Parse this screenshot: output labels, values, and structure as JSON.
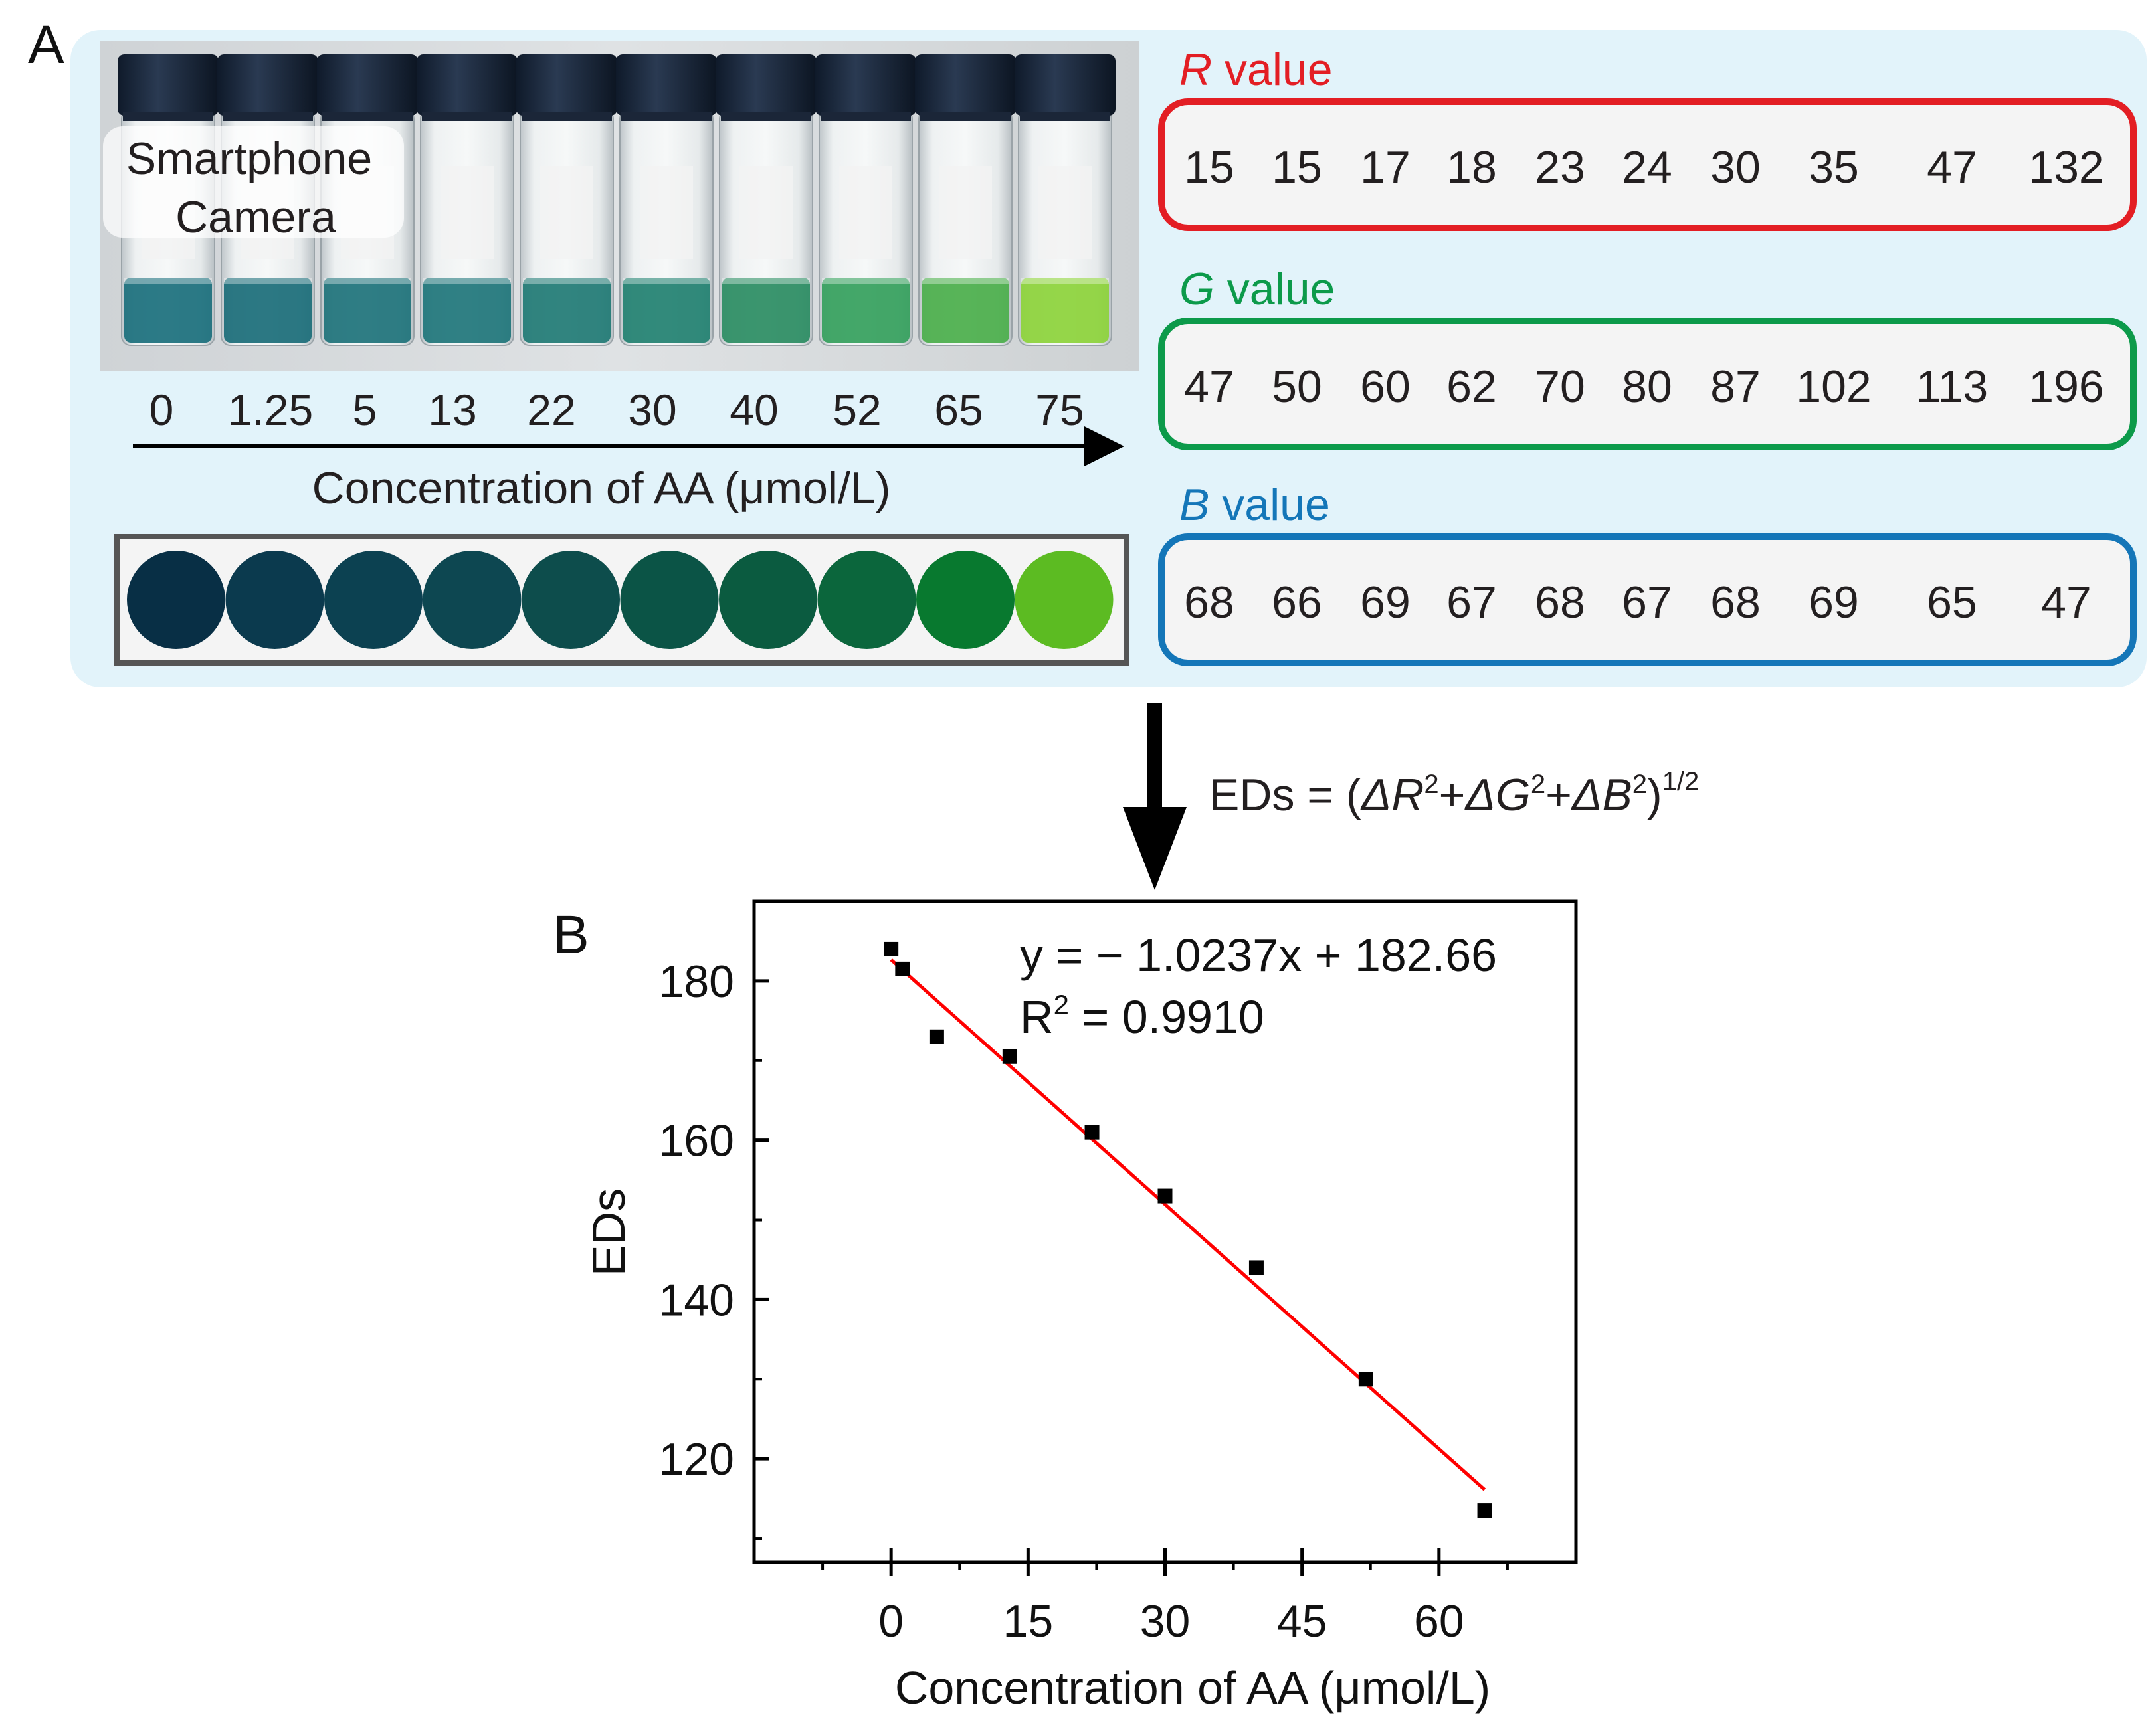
{
  "panel_a": {
    "label": "A",
    "photo_label_line1": "Smartphone",
    "photo_label_line2": "Camera",
    "concentrations": [
      "0",
      "1.25",
      "5",
      "13",
      "22",
      "30",
      "40",
      "52",
      "65",
      "75"
    ],
    "axis_label": "Concentration of AA (μmol/L)",
    "vial_liquid_colors": [
      "#1a6f7c",
      "#1a6c78",
      "#1d727a",
      "#1e757a",
      "#1f7a74",
      "#218070",
      "#2a8c62",
      "#34a05c",
      "#4aae4a",
      "#8cd33a"
    ],
    "circle_colors": [
      "#082f45",
      "#0b3a4e",
      "#0c4151",
      "#0d4751",
      "#0d4d4c",
      "#0b5446",
      "#0b5b40",
      "#0b663c",
      "#08792f",
      "#5cbb22"
    ],
    "rgb_boxes": [
      {
        "letter": "R",
        "suffix": " value",
        "color": "#e31e24",
        "values": [
          "15",
          "15",
          "17",
          "18",
          "23",
          "24",
          "30",
          "35",
          "47",
          "132"
        ]
      },
      {
        "letter": "G",
        "suffix": " value",
        "color": "#0c9a4a",
        "values": [
          "47",
          "50",
          "60",
          "62",
          "70",
          "80",
          "87",
          "102",
          "113",
          "196"
        ]
      },
      {
        "letter": "B",
        "suffix": " value",
        "color": "#1476b8",
        "values": [
          "68",
          "66",
          "69",
          "67",
          "68",
          "67",
          "68",
          "69",
          "65",
          "47"
        ]
      }
    ]
  },
  "formula": {
    "prefix": "EDs = (",
    "d1": "ΔR",
    "plus1": "+",
    "d2": "ΔG",
    "plus2": "+",
    "d3": "ΔB",
    "sq": "2",
    "close": ")",
    "exponent": "1/2"
  },
  "panel_b": {
    "label": "B"
  },
  "chart_data": {
    "type": "scatter",
    "xlabel": "Concentration of AA (μmol/L)",
    "ylabel": "EDs",
    "xlim": [
      -15,
      75
    ],
    "ylim": [
      107,
      190
    ],
    "x_ticks": [
      0,
      15,
      30,
      45,
      60
    ],
    "y_ticks": [
      120,
      140,
      160,
      180
    ],
    "series": [
      {
        "x": [
          0,
          1.25,
          5,
          13,
          22,
          30,
          40,
          52,
          65
        ],
        "y": [
          184,
          181.5,
          173,
          170.5,
          161,
          153,
          144,
          130,
          113.5
        ]
      }
    ],
    "fit": {
      "slope": -1.0237,
      "intercept": 182.66,
      "x_range": [
        0,
        65
      ],
      "color": "#ff0000"
    },
    "equation": "y = − 1.0237x + 182.66",
    "r2_prefix": "R",
    "r2_sup": "2",
    "r2_suffix": " = 0.9910"
  }
}
